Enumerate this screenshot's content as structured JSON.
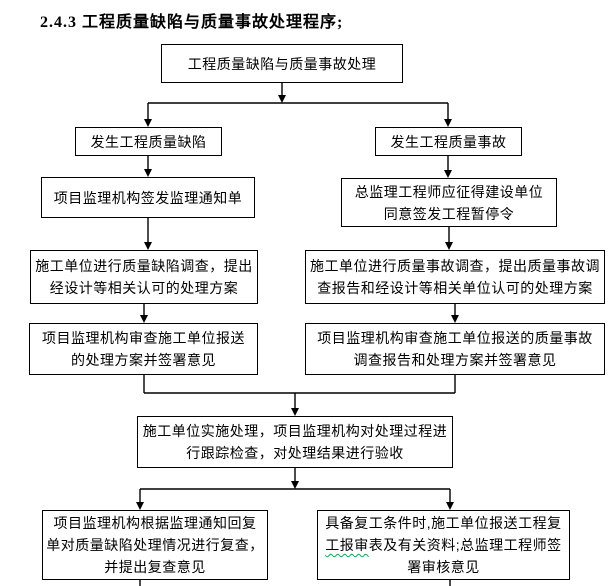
{
  "title": "2.4.3 工程质量缺陷与质量事故处理程序;",
  "colors": {
    "box_border": "#000000",
    "box_background": "#ffffff",
    "text": "#000000",
    "connector": "#000000",
    "spellcheck_squiggle": "#00b050"
  },
  "flowchart": {
    "nodes": {
      "top": {
        "lines": [
          "工程质量缺陷与质量事故处理"
        ]
      },
      "defect_occurs": {
        "lines": [
          "发生工程质量缺陷"
        ]
      },
      "accident_occurs": {
        "lines": [
          "发生工程质量事故"
        ]
      },
      "notice": {
        "lines": [
          "项目监理机构签发监理通知单"
        ]
      },
      "suspend_order": {
        "lines": [
          "总监理工程师应征得建设单位",
          "同意签发工程暂停令"
        ]
      },
      "defect_investigation": {
        "lines": [
          "施工单位进行质量缺陷调查，提出",
          "经设计等相关认可的处理方案"
        ]
      },
      "accident_investigation": {
        "lines": [
          "施工单位进行质量事故调查，提出质量事故调",
          "查报告和经设计等相关单位认可的处理方案"
        ]
      },
      "defect_review": {
        "lines": [
          "项目监理机构审查施工单位报送",
          "的处理方案并签署意见"
        ]
      },
      "accident_review": {
        "lines": [
          "项目监理机构审查施工单位报送的质量事故",
          "调查报告和处理方案并签署意见"
        ]
      },
      "implement_handling": {
        "lines": [
          "施工单位实施处理，项目监理机构对处理过程进",
          "行跟踪检查，对处理结果进行验收"
        ]
      },
      "recheck": {
        "lines": [
          "项目监理机构根据监理通知回复",
          "单对质量缺陷处理情况进行复查，",
          "并提出复查意见"
        ]
      },
      "resume_work": {
        "line1": "具备复工条件时,施工单位报送工程复",
        "line2_squiggle": "工报审",
        "line2_rest": "表及有关资料;总监理工程师签",
        "line3": "署审核意见"
      }
    }
  }
}
